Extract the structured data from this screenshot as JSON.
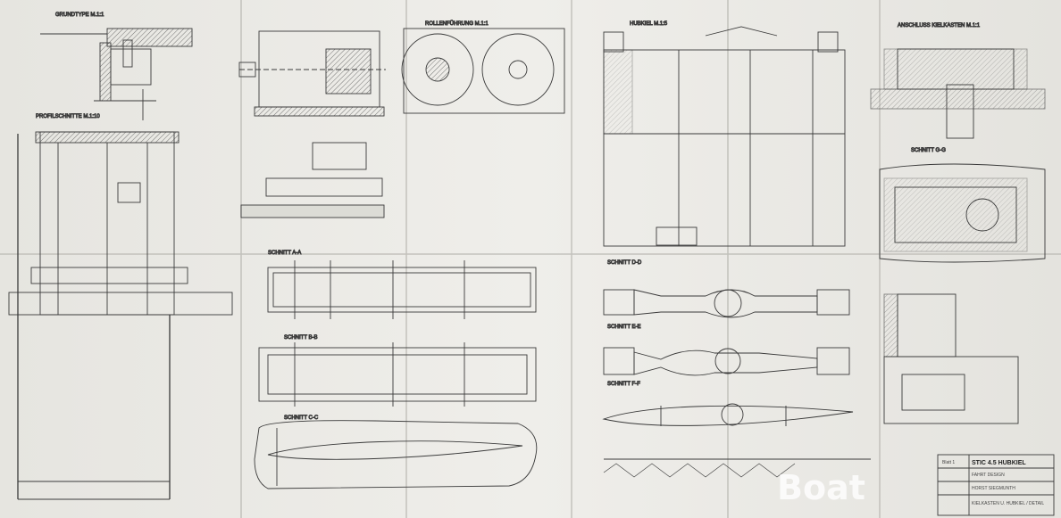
{
  "photo": {
    "subject": "boat-blueprint-photo",
    "colors": {
      "paper": "#ecebe6",
      "shadow": "#c9c8c2",
      "ink": "#3a3a3a",
      "background": "#cfcfcb"
    }
  },
  "drawing": {
    "section_labels": {
      "steering": "GRUNDTYPE M.1:1",
      "rollers": "ROLLENFÜHRUNG M.1:1",
      "hubkiel": "HUBKIEL M.1:5",
      "connection": "ANSCHLUSS KIELKASTEN M.1:1",
      "profile": "PROFILSCHNITTE M.1:10",
      "section_aa": "SCHNITT A-A",
      "section_bb": "SCHNITT B-B",
      "section_cc": "SCHNITT C-C",
      "section_dd": "SCHNITT D-D",
      "section_ee": "SCHNITT E-E",
      "section_ff": "SCHNITT F-F",
      "section_gg": "SCHNITT G-G"
    },
    "title_block": {
      "title": "STIC 4.5 HUBKIEL",
      "designer": "FAHRT DESIGN",
      "engineer": "HORST SIEGMUNTH",
      "subtitle": "KIELKASTEN U. HUBKIEL / DETAIL",
      "sheet": "Blatt 1"
    }
  },
  "watermark": {
    "text": "Boat"
  }
}
